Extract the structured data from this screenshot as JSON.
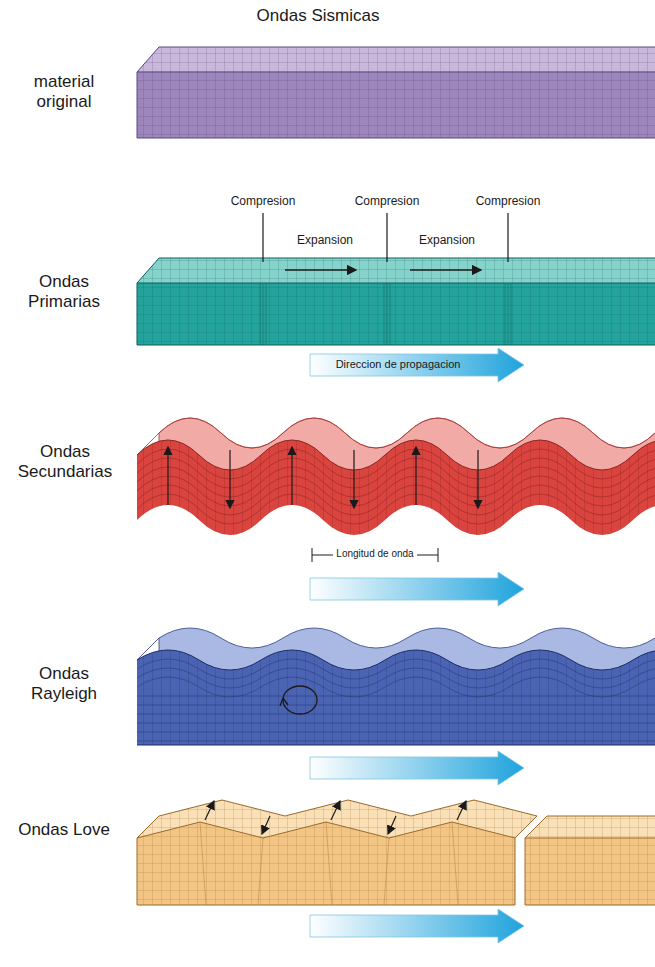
{
  "diagram": {
    "title": "Ondas Sismicas",
    "labels": [
      "material original",
      "Compresion",
      "Compresion",
      "Compresion",
      "Expansion",
      "Expansion",
      "Ondas Primarias",
      "Direccion de propagacion",
      "Ondas Secundarias",
      "Longitud de onda",
      "Ondas Rayleigh",
      "Ondas Love"
    ]
  }
}
